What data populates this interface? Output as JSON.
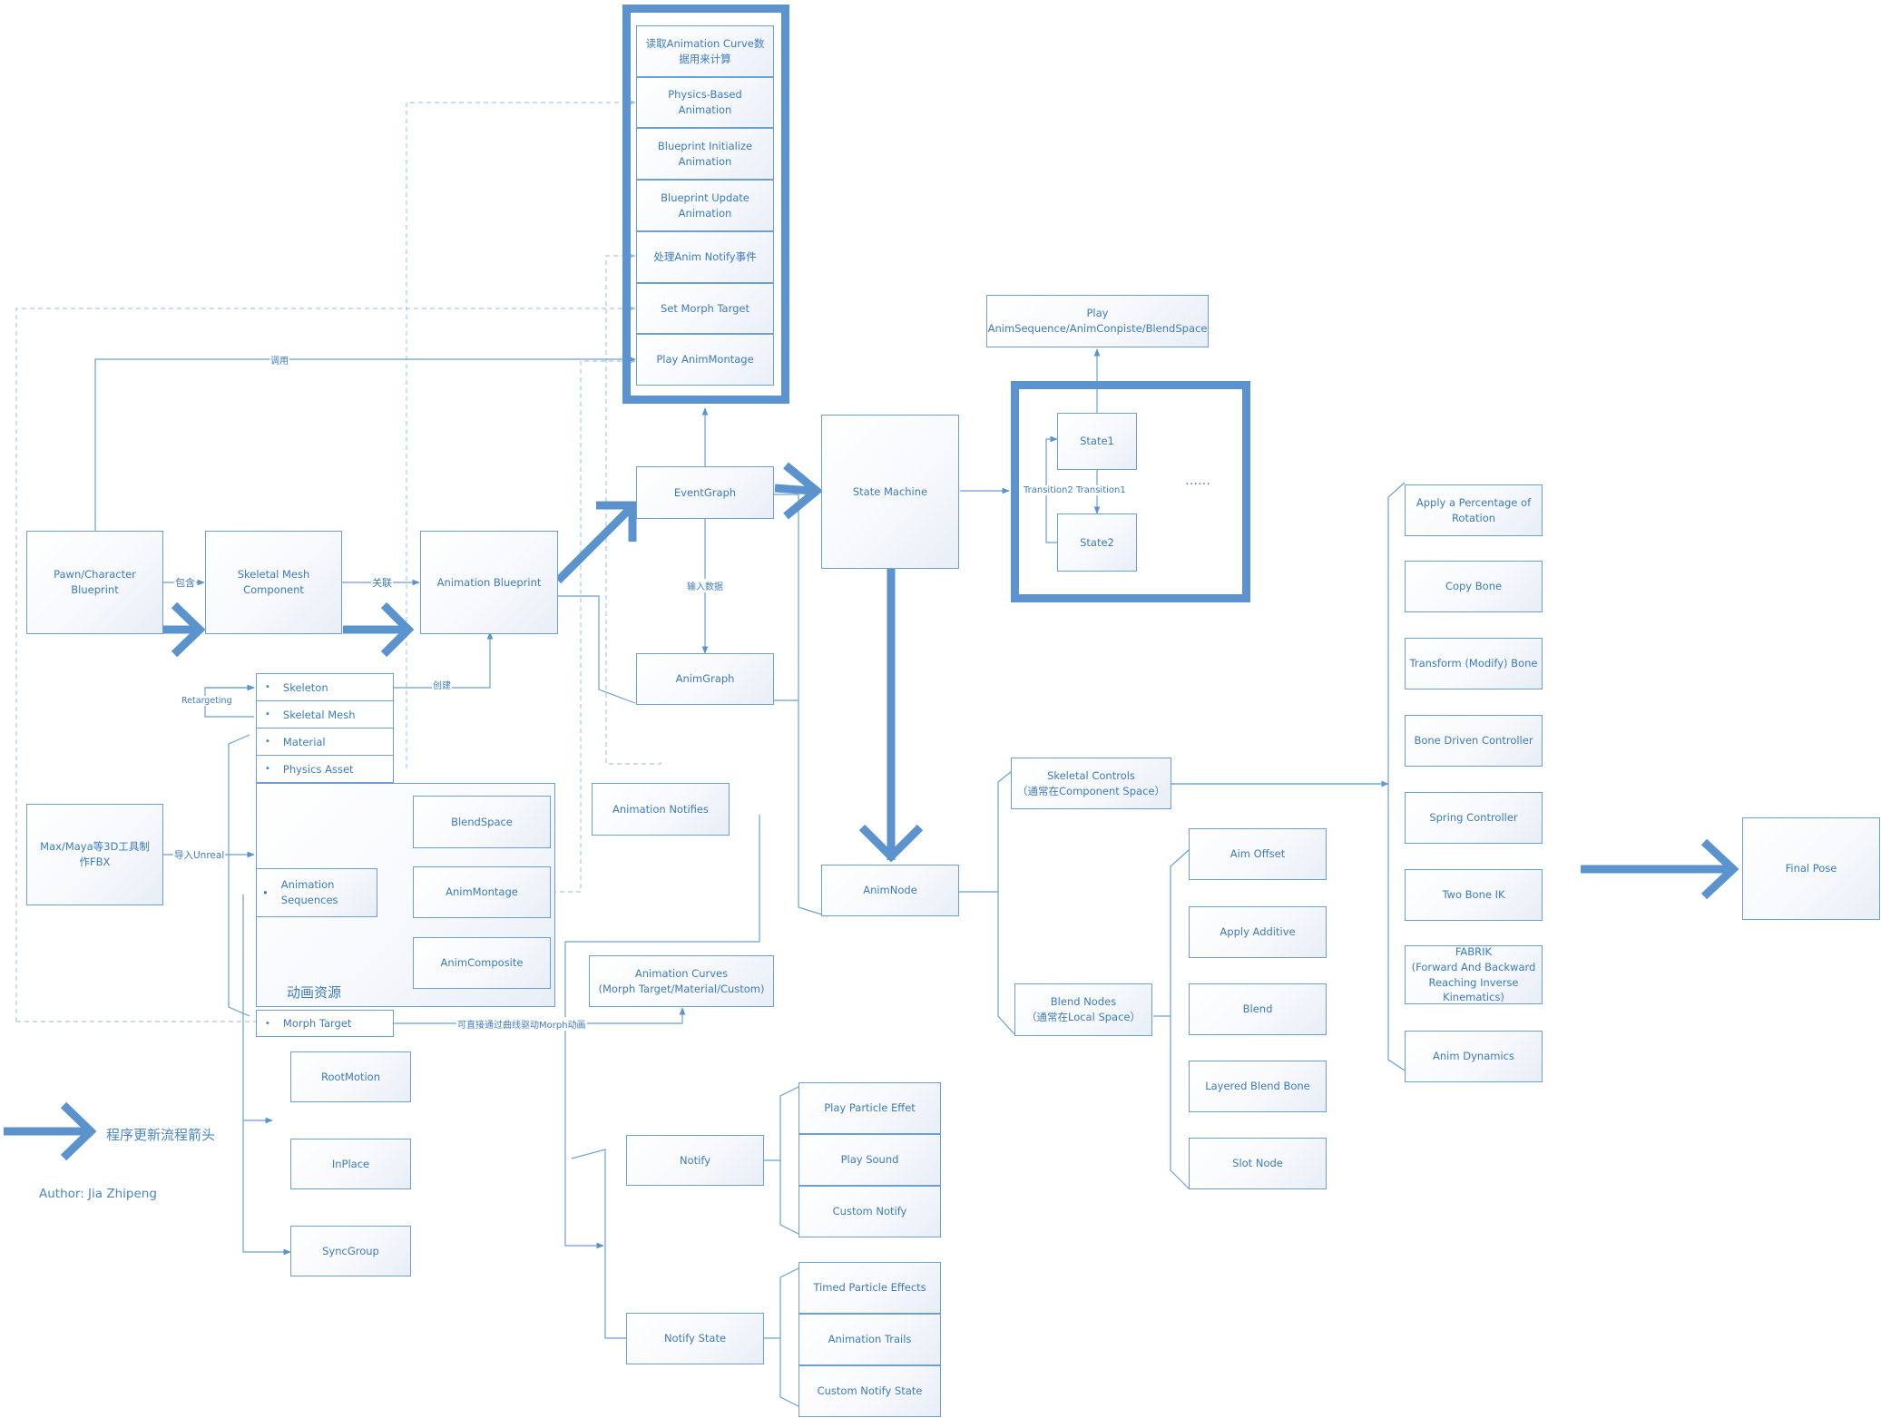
{
  "boxes": {
    "pawn": "Pawn/Character\nBlueprint",
    "skeletal_mesh_component": "Skeletal Mesh\nComponent",
    "animation_blueprint": "Animation Blueprint",
    "event_graph": "EventGraph",
    "anim_graph": "AnimGraph",
    "state_machine": "State Machine",
    "anim_node": "AnimNode",
    "play_sequence": "Play\nAnimSequence/AnimConpiste/BlendSpace",
    "state1": "State1",
    "state2": "State2",
    "ellipsis": "……",
    "max_maya": "Max/Maya等3D工具制\n作FBX",
    "blend_space": "BlendSpace",
    "anim_montage": "AnimMontage",
    "anim_composite": "AnimComposite",
    "animation_sequences": "Animation\nSequences",
    "animation_notifies": "Animation Notifies",
    "animation_curves": "Animation Curves\n(Morph Target/Material/Custom)",
    "root_motion": "RootMotion",
    "in_place": "InPlace",
    "sync_group": "SyncGroup",
    "notify": "Notify",
    "notify_state": "Notify State",
    "skeletal_controls": "Skeletal Controls\n（通常在Component Space）",
    "blend_nodes": "Blend Nodes\n（通常在Local Space）",
    "final_pose": "Final Pose"
  },
  "event_graph_list": [
    "读取Animation Curve数\n据用来计算",
    "Physics-Based Animation",
    "Blueprint Initialize\nAnimation",
    "Blueprint Update\nAnimation",
    "处理Anim Notify事件",
    "Set Morph Target",
    "Play AnimMontage"
  ],
  "asset_list": [
    "Skeleton",
    "Skeletal Mesh",
    "Material",
    "Physics Asset"
  ],
  "asset_bullet": "•",
  "morph_target_item": "Morph Target",
  "anim_resources_label": "动画资源",
  "notify_children": [
    "Play Particle Effet",
    "Play Sound",
    "Custom Notify"
  ],
  "notify_state_children": [
    "Timed Particle Effects",
    "Animation Trails",
    "Custom Notify State"
  ],
  "blend_node_children": [
    "Aim Offset",
    "Apply Additive",
    "Blend",
    "Layered Blend Bone",
    "Slot Node"
  ],
  "skeletal_control_children": [
    "Apply a Percentage of\nRotation",
    "Copy Bone",
    "Transform (Modify) Bone",
    "Bone Driven Controller",
    "Spring Controller",
    "Two Bone IK",
    "FABRIK\n(Forward And Backward\nReaching Inverse\nKinematics)",
    "Anim Dynamics"
  ],
  "edge_labels": {
    "call": "调用",
    "contains": "包含",
    "associate": "关联",
    "create": "创建",
    "input_data": "输入数据",
    "retargeting": "Retargeting",
    "import_unreal": "导入Unreal",
    "transition2": "Transition2",
    "transition1": "Transition1",
    "curve_drive_morph": "可直接通过曲线驱动Morph动画"
  },
  "legend": {
    "text": "程序更新流程箭头",
    "author": "Author: Jia Zhipeng"
  },
  "colors": {
    "line": "#6b9fd6",
    "dashed": "#a9c7ea",
    "thick_arrow": "#5b93cf",
    "text": "#3d7bc0"
  }
}
